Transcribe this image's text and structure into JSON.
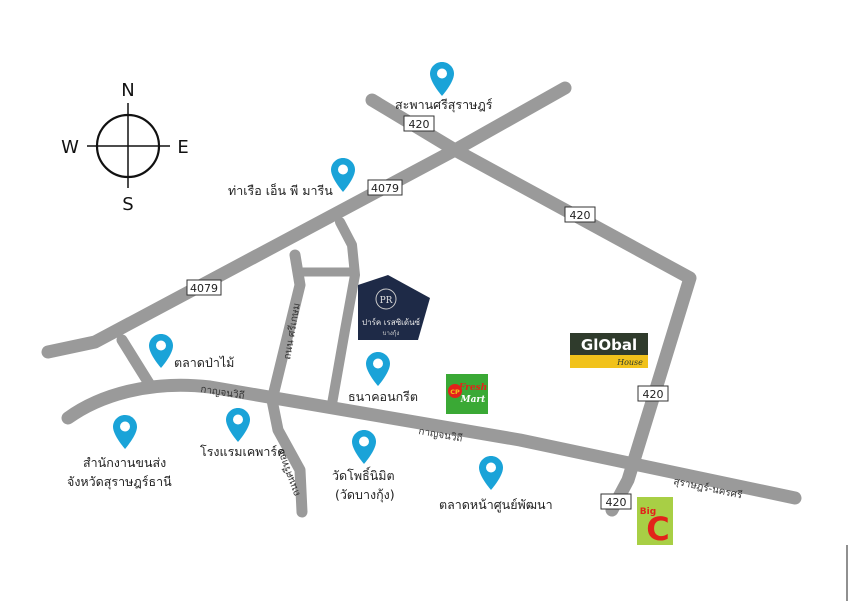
{
  "compass": {
    "n": "N",
    "s": "S",
    "e": "E",
    "w": "W"
  },
  "road_shields": {
    "r420_top": "420",
    "r420_right": "420",
    "r420_mid": "420",
    "r420_bottom": "420",
    "r4079_top": "4079",
    "r4079_left": "4079"
  },
  "road_names": {
    "kanchanawithi_left": "กาญจนวิถี",
    "kanchanawithi_mid": "กาญจนวิถี",
    "surat_nakhonsi": "สุราษฎร์-นครศรี",
    "sri_kiat": "ถนน ศรีเกษม",
    "local_road": "ถนนศรีทอง"
  },
  "places": {
    "bridge": "สะพานศรีสุราษฎร์",
    "pier": "ท่าเรือ เอ็น พี มารีน",
    "wood_market": "ตลาดป่าไม้",
    "transport_office_1": "สำนักงานขนส่ง",
    "transport_office_2": "จังหวัดสุราษฎร์ธานี",
    "hotel": "โรงแรมเคพาร์ค",
    "thana_concrete": "ธนาคอนกรีต",
    "temple_1": "วัดโพธิ์นิมิต",
    "temple_2": "(วัดบางกุ้ง)",
    "market_center": "ตลาดหน้าศูนย์พัฒนา"
  },
  "brands": {
    "park_logo_mono": "PR",
    "park_name": "ปาร์ค เรสซิเด้นซ์",
    "park_sub": "บางกุ้ง",
    "cp_logo": "CP",
    "cp_fresh": "Fresh",
    "cp_mart": "Mart",
    "global_name": "GlObal",
    "global_sub": "House",
    "bigc_big": "Big",
    "bigc_c": "C"
  },
  "colors": {
    "road": "#9a9a9a",
    "pin": "#1aa3d8",
    "park_navy": "#1e2a47",
    "cp_green": "#3aa935",
    "global_dark": "#2f3b2c",
    "global_yellow": "#f1c21b",
    "bigc_green": "#a8cf45",
    "bigc_red": "#e2231a"
  }
}
